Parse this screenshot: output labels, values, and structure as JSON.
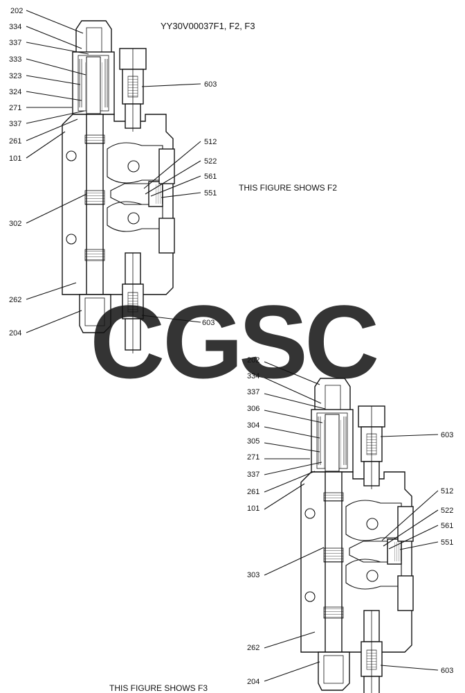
{
  "header": {
    "title": "YY30V00037F1, F2, F3"
  },
  "captions": {
    "figure_f2": "THIS FIGURE SHOWS  F2",
    "figure_f3": "THIS FIGURE SHOWS  F3"
  },
  "watermark": {
    "letters": [
      {
        "char": "C",
        "color": "#4a8ff5"
      },
      {
        "char": "G",
        "color": "#f08080"
      },
      {
        "char": "S",
        "color": "#f7d56b"
      },
      {
        "char": "C",
        "color": "#5fbf8f"
      }
    ]
  },
  "figure_f2": {
    "labels_left": [
      "202",
      "334",
      "337",
      "333",
      "323",
      "324",
      "271",
      "337",
      "261",
      "101",
      "302",
      "262",
      "204"
    ],
    "labels_right": [
      "603",
      "512",
      "522",
      "561",
      "551",
      "603"
    ]
  },
  "figure_f3": {
    "labels_left": [
      "202",
      "334",
      "337",
      "306",
      "304",
      "305",
      "271",
      "337",
      "261",
      "101",
      "303",
      "262",
      "204"
    ],
    "labels_right": [
      "603",
      "512",
      "522",
      "561",
      "551",
      "603"
    ]
  }
}
